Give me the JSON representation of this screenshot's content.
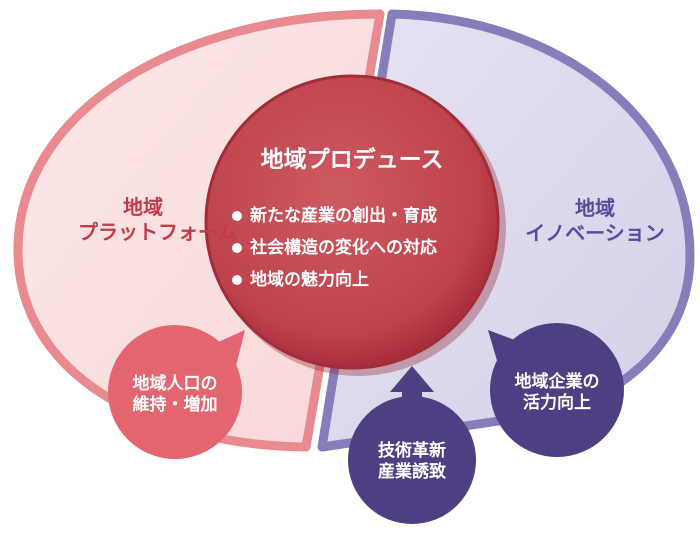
{
  "left_region": {
    "line1": "地域",
    "line2": "プラットフォーム"
  },
  "right_region": {
    "line1": "地域",
    "line2": "イノベーション"
  },
  "center": {
    "title": "地域プロデュース",
    "bullets": [
      "新たな産業の創出・育成",
      "社会構造の変化への対応",
      "地域の魅力向上"
    ]
  },
  "bubbles": {
    "population": {
      "line1": "地域人口の",
      "line2": "維持・増加"
    },
    "tech": {
      "line1": "技術革新",
      "line2": "産業誘致"
    },
    "company": {
      "line1": "地域企業の",
      "line2": "活力向上"
    }
  },
  "colors": {
    "red_dark": "#b5323f",
    "red_light": "#fbe3e3",
    "red_rim": "#ea8c92",
    "purple_dark": "#4d3f82",
    "purple_light": "#dedbee",
    "purple_rim": "#8a80bd",
    "bubble_red": "#e2656f",
    "center": "#c0454e"
  }
}
